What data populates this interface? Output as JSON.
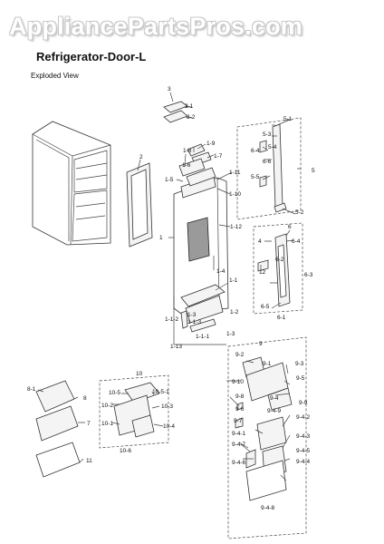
{
  "watermark": "AppliancePartsPros.com",
  "title": "Refrigerator-Door-L",
  "subtitle": "Exploded View",
  "callouts": {
    "c3": "3",
    "c3_1": "3-1",
    "c3_2": "3-2",
    "c2": "2",
    "c1_9": "1-9",
    "c1_8": "1-8",
    "c1_7": "1-7",
    "c1_6": "1-6",
    "c1_5": "1-5",
    "c1_11": "1-11",
    "c1_10": "1-10",
    "c1": "1",
    "c1_12": "1-12",
    "c1_4": "1-4",
    "c1_1": "1-1",
    "c1_3a": "1-3",
    "c1_2a": "1-2",
    "c1_1_3": "1-1-3",
    "c1_1_2": "1-1-2",
    "c1_1_1": "1-1-1",
    "c1_3b": "1-3",
    "c1_13": "1-13",
    "c5_1": "5-1",
    "c5_3": "5-3",
    "c6_4a": "6-4",
    "c5_4": "5-4",
    "c6_6": "6-6",
    "c5_5": "5-5",
    "c5": "5",
    "c5_2": "5-2",
    "c6": "6",
    "c4": "4",
    "c6_4b": "6-4",
    "c12": "12",
    "c6_2": "6-2",
    "c6_3": "6-3",
    "c6_5": "6-5",
    "c6_1": "6-1",
    "c9": "9",
    "c9_2": "9-2",
    "c9_1": "9-1",
    "c9_3": "9-3",
    "c9_10": "9-10",
    "c9_5": "9-5",
    "c9_8": "9-8",
    "c9_4": "9-4",
    "c9_9": "9-9",
    "c9_4_9": "9-4-9",
    "c9_6": "9-6",
    "c9_4_2": "9-4-2",
    "c9_7": "9-7",
    "c9_4_1": "9-4-1",
    "c9_4_3": "9-4-3",
    "c9_4_7": "9-4-7",
    "c9_4_5": "9-4-5",
    "c9_4_6": "9-4-6",
    "c9_4_4": "9-4-4",
    "c9_4_8": "9-4-8",
    "c10": "10",
    "c10_5": "10-5",
    "c10_5_1": "10-5-1",
    "c10_2": "10-2",
    "c10_3": "10-3",
    "c10_1": "10-1",
    "c10_4": "10-4",
    "c10_6": "10-6",
    "c8_1": "8-1",
    "c8": "8",
    "c7": "7",
    "c11": "11"
  }
}
